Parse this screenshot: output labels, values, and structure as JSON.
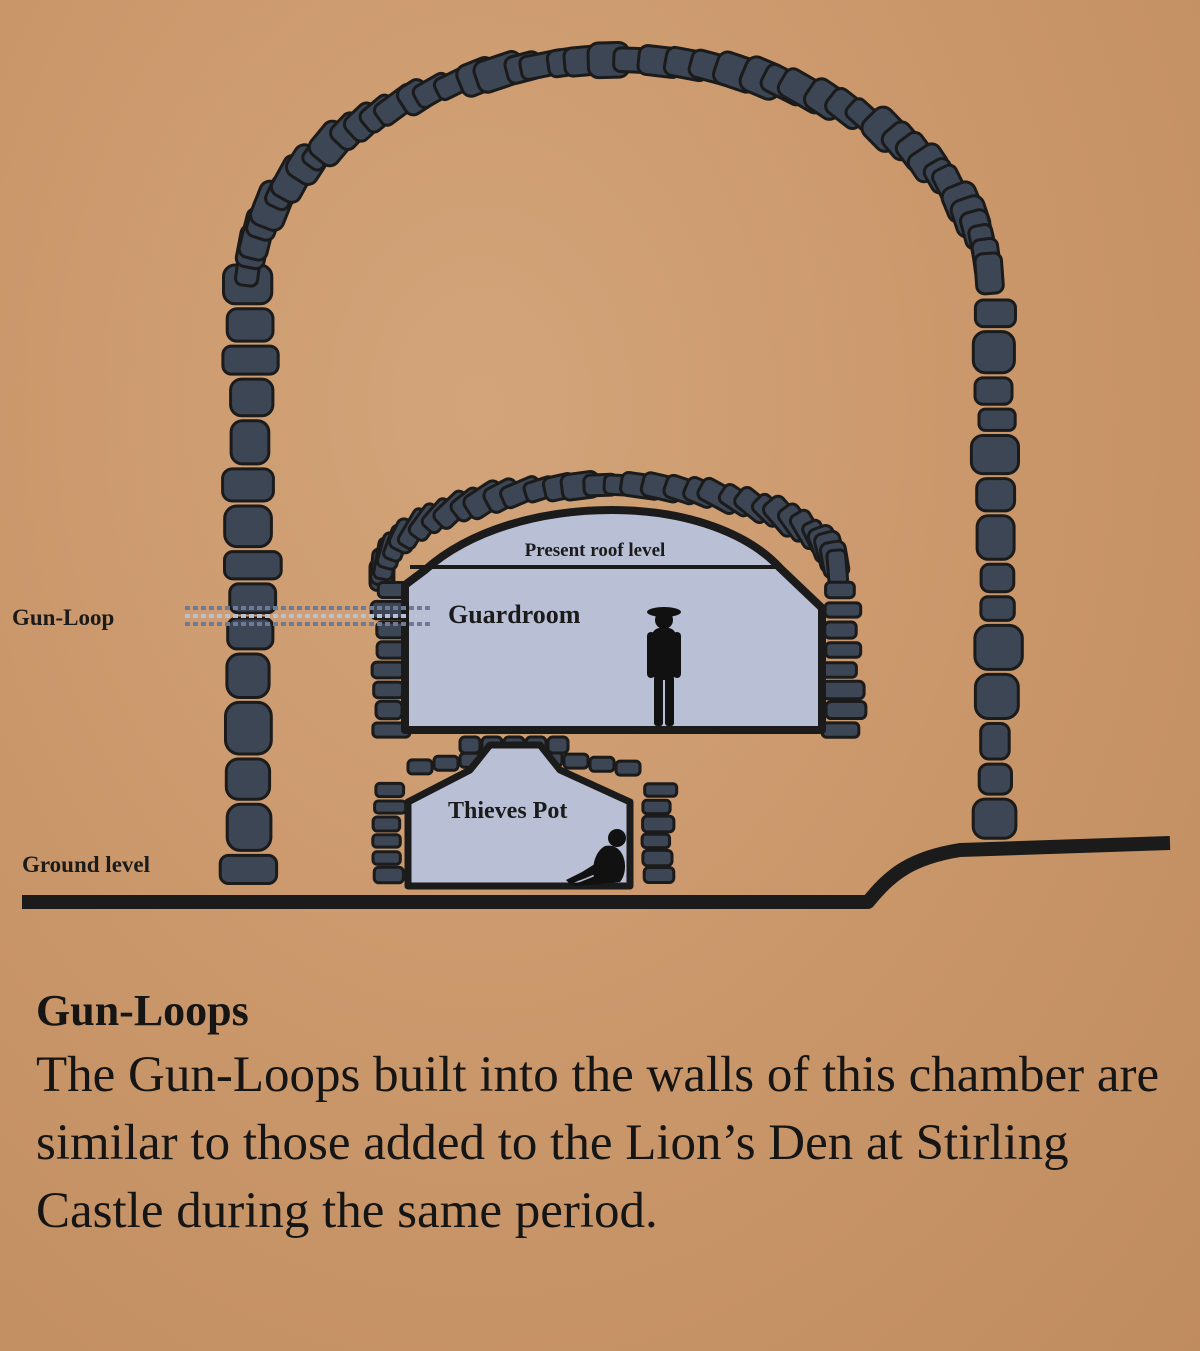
{
  "labels": {
    "roof": "Present roof level",
    "guardroom": "Guardroom",
    "thieves_pot": "Thieves Pot",
    "gun_loop": "Gun-Loop",
    "ground": "Ground level"
  },
  "caption": {
    "title": "Gun-Loops",
    "body": "The Gun-Loops built into the walls of this chamber are similar to those added to the Lion’s Den at Stirling Castle during the same period."
  },
  "colors": {
    "background": "#c9976c",
    "stone": "#3d4654",
    "chamber": "#b9bfd4",
    "ink": "#1b1b1b"
  }
}
